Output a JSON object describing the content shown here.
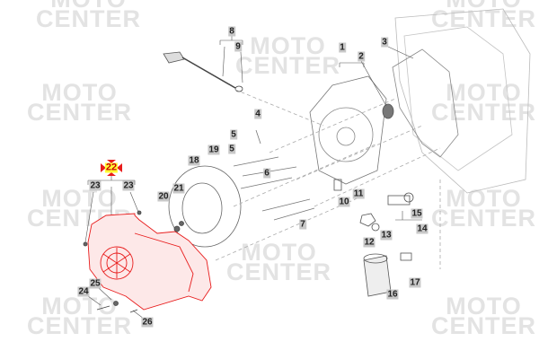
{
  "watermark": {
    "line1": "MOTO",
    "line2": "CENTER"
  },
  "highlight_color": "#e81c1c",
  "selected_part": "22",
  "labels": [
    "1",
    "2",
    "3",
    "4",
    "5",
    "5",
    "6",
    "7",
    "8",
    "9",
    "10",
    "11",
    "12",
    "13",
    "14",
    "15",
    "16",
    "17",
    "18",
    "19",
    "20",
    "21",
    "22",
    "23",
    "23",
    "24",
    "25",
    "26"
  ]
}
